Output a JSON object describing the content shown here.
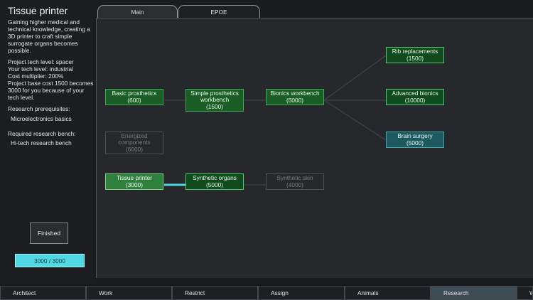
{
  "project": {
    "title": "Tissue printer",
    "description": "Gaining higher medical and technical knowledge, creating a 3D printer to craft simple surrogate organs becomes possible.",
    "cost_info": "Project tech level: spacer\nYour tech level: industrial\nCost multiplier: 200%\nProject base cost 1500 becomes 3000 for you because of your tech level.",
    "prereq_label": "Research prerequisites:",
    "prereq_value": "Microelectronics basics",
    "bench_label": "Required research bench:",
    "bench_value": "Hi-tech research bench",
    "finished_label": "Finished",
    "progress_text": "3000 / 3000",
    "progress_fraction": 1.0
  },
  "tabs": [
    {
      "label": "Main",
      "active": false
    },
    {
      "label": "EPOE",
      "active": true
    }
  ],
  "nodes": {
    "basic_prosthetics": {
      "name": "Basic prosthetics",
      "cost": "(600)"
    },
    "simple_prosthetics_workbench": {
      "name": "Simple prosthetics workbench",
      "cost": "(1500)"
    },
    "bionics_workbench": {
      "name": "Bionics workbench",
      "cost": "(6000)"
    },
    "rib_replacements": {
      "name": "Rib replacements",
      "cost": "(1500)"
    },
    "advanced_bionics": {
      "name": "Advanced bionics",
      "cost": "(10000)"
    },
    "brain_surgery": {
      "name": "Brain surgery",
      "cost": "(5000)"
    },
    "energized_components": {
      "name": "Energized components",
      "cost": "(6000)"
    },
    "tissue_printer": {
      "name": "Tissue printer",
      "cost": "(3000)"
    },
    "synthetic_organs": {
      "name": "Synthetic organs",
      "cost": "(5000)"
    },
    "synthetic_skin": {
      "name": "Synthetic skin",
      "cost": "(4000)"
    }
  },
  "bottom_bar": [
    "Architect",
    "Work",
    "Restrict",
    "Assign",
    "Animals",
    "Research",
    "W"
  ],
  "active_bottom": "Research",
  "colors": {
    "accent_cyan": "#4fd7e3",
    "completed_green": "#1a5d27",
    "available_green": "#0f4b1d",
    "teal_node": "#1d5a5f",
    "locked_border": "#4c4f53"
  }
}
